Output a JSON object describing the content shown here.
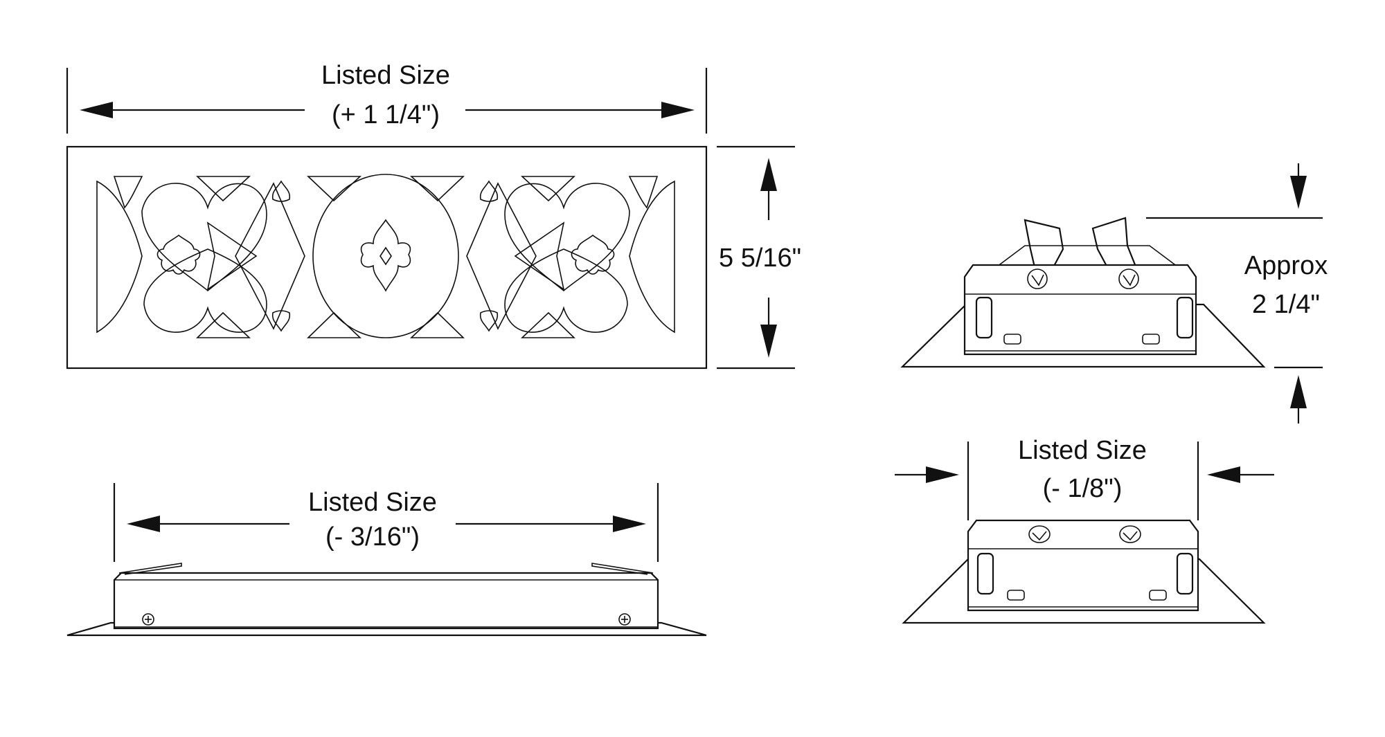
{
  "colors": {
    "line": "#111111",
    "background": "#ffffff"
  },
  "top_view": {
    "width_label_1": "Listed Size",
    "width_label_2": "(+ 1 1/4\")",
    "height_label": "5 5/16\""
  },
  "front_view": {
    "width_label_1": "Listed Size",
    "width_label_2": "(- 3/16\")"
  },
  "side_view": {
    "height_label_1": "Approx",
    "height_label_2": "2 1/4\""
  },
  "end_view": {
    "width_label_1": "Listed Size",
    "width_label_2": "(- 1/8\")"
  }
}
